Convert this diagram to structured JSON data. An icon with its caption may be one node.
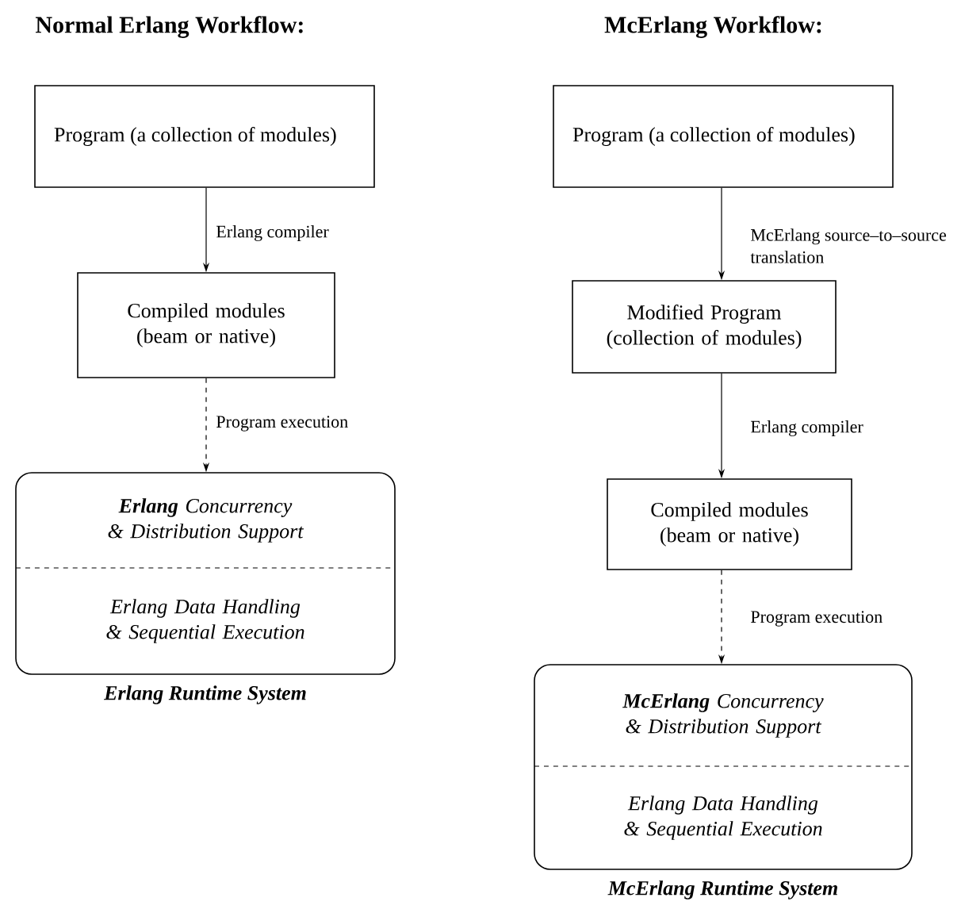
{
  "diagram": {
    "nodes": [
      {
        "text": [
          "Program (a collection of modules)"
        ]
      },
      {
        "text": [
          "Compiled modules (beam or native)"
        ]
      },
      {
        "text": [
          "**Erlang** Concurrency & Distribution Support",
          "Erlang Data Handling & Sequential Execution",
          "Erlang Runtime System"
        ]
      },
      {
        "text": [
          "Program (a collection of modules)"
        ]
      },
      {
        "text": [
          "Modified Program (collection of modules)"
        ]
      },
      {
        "text": [
          "Compiled modules (beam or native)"
        ]
      },
      {
        "text": [
          "**McErlang** Concurrency & Distribution Support",
          "Erlang Data Handling & Sequential Execution",
          "McErlang Runtime System"
        ]
      }
    ],
    "edges": [
      {
        "from": 0,
        "to": 1,
        "arrow": "to",
        "label": "Erlang compiler"
      },
      {
        "from": 1,
        "to": 2,
        "arrow": "to",
        "label": "Program execution",
        "style": "dashed"
      },
      {
        "from": 3,
        "to": 4,
        "arrow": "to",
        "label": "McErlang source–to–source translation"
      },
      {
        "from": 4,
        "to": 5,
        "arrow": "to",
        "label": "Erlang compiler"
      },
      {
        "from": 5,
        "to": 6,
        "arrow": "to",
        "label": "Program execution",
        "style": "dashed"
      }
    ],
    "labels": [
      "Normal Erlang Workflow:",
      "McErlang Workflow:"
    ]
  }
}
